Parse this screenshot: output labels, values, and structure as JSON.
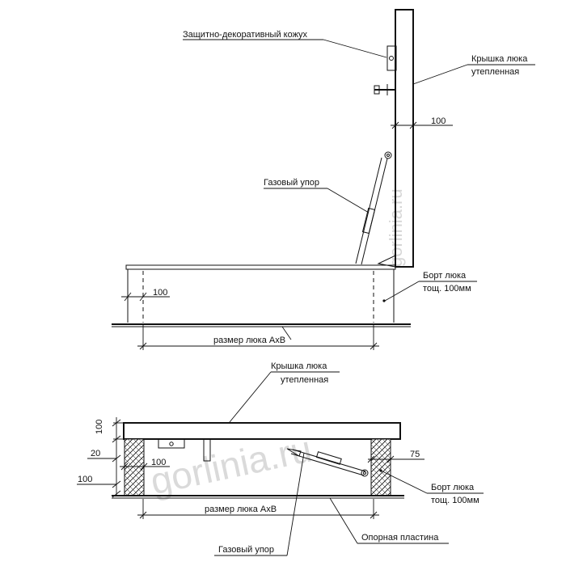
{
  "top_view": {
    "casing_label": "Защитно-декоративный кожух",
    "lid_label_1": "Крышка люка",
    "lid_label_2": "утепленная",
    "dim_100_lid": "100",
    "gas_spring_label": "Газовый упор",
    "rim_label_1": "Борт люка",
    "rim_label_2": "тощ. 100мм",
    "dim_100_wall": "100",
    "size_label": "размер люка АхВ"
  },
  "bottom_view": {
    "lid_label_1": "Крышка люка",
    "lid_label_2": "утепленная",
    "dim_100_lid": "100",
    "dim_20": "20",
    "dim_100_wall": "100",
    "dim_100_base": "100",
    "dim_75": "75",
    "rim_label_1": "Борт люка",
    "rim_label_2": "тощ. 100мм",
    "size_label": "размер люка АхВ",
    "plate_label": "Опорная пластина",
    "gas_spring_label": "Газовый упор"
  },
  "watermark": {
    "vertical": "gorlinia.ru",
    "horizontal": "gorlinia.ru"
  }
}
